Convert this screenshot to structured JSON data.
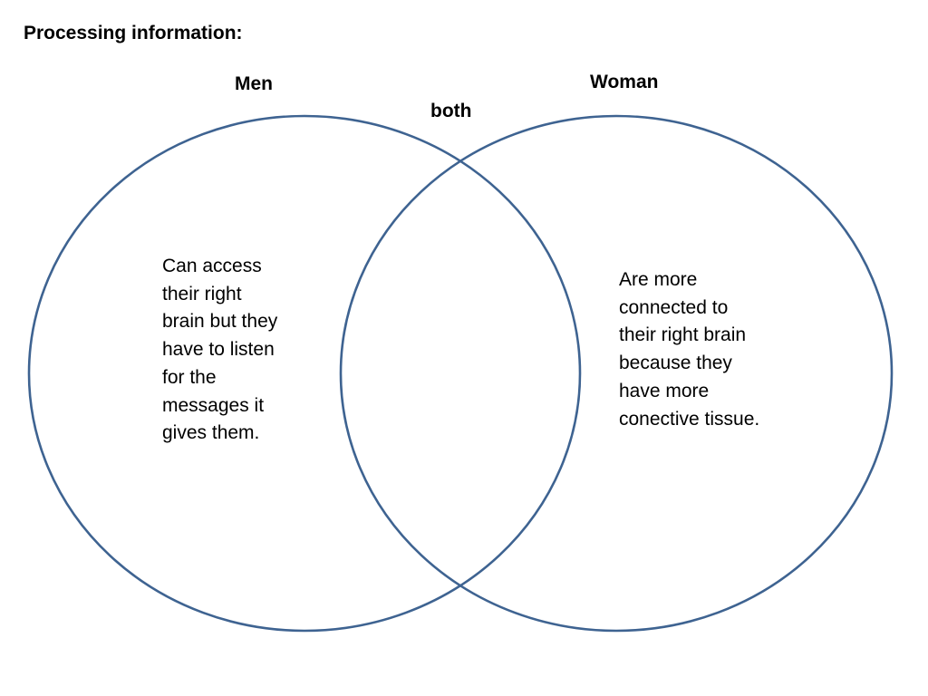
{
  "title": "Processing information:",
  "sets": {
    "men": {
      "label": "Men",
      "lines": [
        "Can access",
        "their right",
        "brain but they",
        "have to listen",
        "for the",
        "messages it",
        "gives them."
      ]
    },
    "woman": {
      "label": "Woman",
      "lines": [
        "Are more",
        "connected to",
        "their right brain",
        "because they",
        "have more",
        "conective tissue."
      ]
    },
    "both": {
      "label": "both"
    }
  },
  "colors": {
    "circle_stroke": "#3e6391",
    "text": "#000000",
    "background": "#ffffff"
  }
}
